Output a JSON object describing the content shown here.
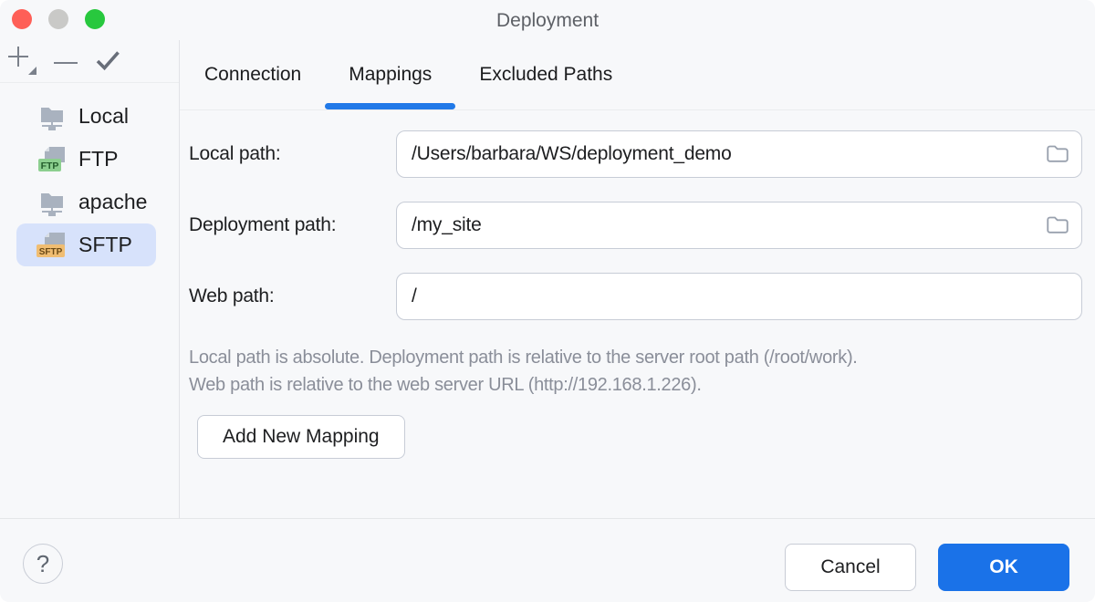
{
  "window": {
    "title": "Deployment"
  },
  "traffic_lights": {
    "close_color": "#fe5f57",
    "minimize_color": "#c9c9c7",
    "zoom_color": "#28c83e"
  },
  "sidebar": {
    "toolbar": {
      "add_icon": "plus-with-dropdown",
      "remove_icon": "minus",
      "apply_icon": "checkmark"
    },
    "items": [
      {
        "label": "Local",
        "icon": "remote-folder-icon",
        "selected": false
      },
      {
        "label": "FTP",
        "icon": "ftp-file-icon",
        "badge": "FTP",
        "badge_bg": "#8ccf8f",
        "selected": false
      },
      {
        "label": "apache",
        "icon": "remote-folder-icon",
        "selected": false
      },
      {
        "label": "SFTP",
        "icon": "sftp-file-icon",
        "badge": "SFTP",
        "badge_bg": "#f0bd72",
        "selected": true
      }
    ]
  },
  "tabs": [
    {
      "label": "Connection",
      "active": false
    },
    {
      "label": "Mappings",
      "active": true
    },
    {
      "label": "Excluded Paths",
      "active": false
    }
  ],
  "form": {
    "fields": [
      {
        "label": "Local path:",
        "value": "/Users/barbara/WS/deployment_demo",
        "browse": true
      },
      {
        "label": "Deployment path:",
        "value": "/my_site",
        "browse": true
      },
      {
        "label": "Web path:",
        "value": "/",
        "browse": false
      }
    ],
    "help_line1": "Local path is absolute. Deployment path is relative to the server root path (/root/work).",
    "help_line2": "Web path is relative to the web server URL (http://192.168.1.226).",
    "add_button_label": "Add New Mapping"
  },
  "footer": {
    "help_label": "?",
    "cancel_label": "Cancel",
    "ok_label": "OK"
  },
  "colors": {
    "accent_blue": "#1a72e8",
    "tab_underline": "#2179e8",
    "selection_bg": "#d7e2fb",
    "background": "#f7f8fa",
    "help_text": "#8a8e99"
  }
}
